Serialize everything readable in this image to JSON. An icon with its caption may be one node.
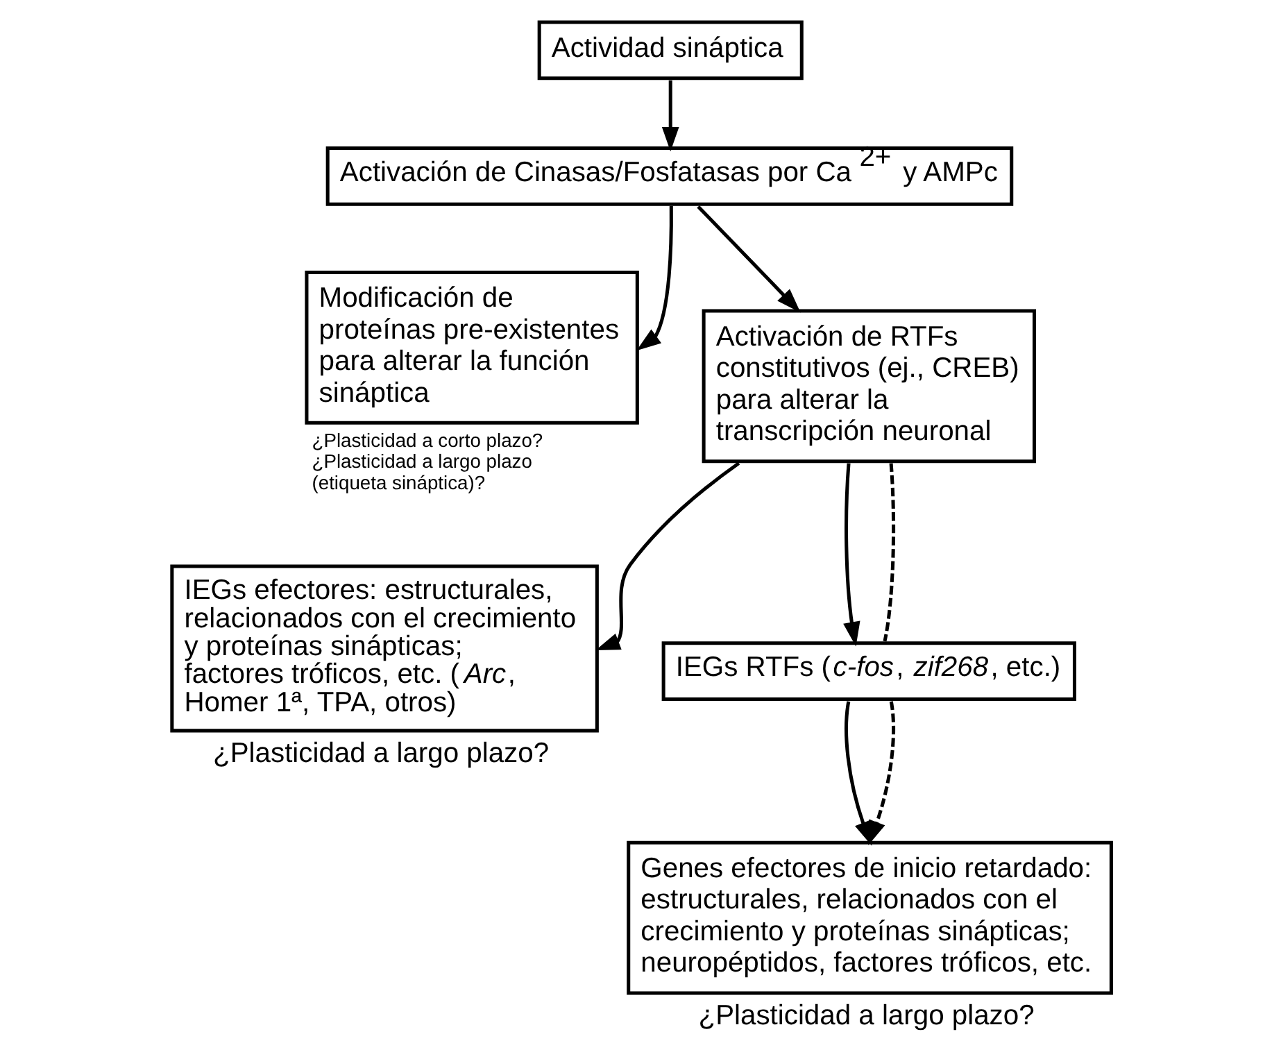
{
  "diagram": {
    "nodes": [
      {
        "text": [
          "Actividad sináptica"
        ]
      },
      {
        "text": [
          "Activación de Cinasas/Fosfatasas por Ca$^{2+}$ y AMPc"
        ]
      },
      {
        "text": [
          "Modificación de proteínas pre-existentes para alterar la función sináptica"
        ],
        "beside": [
          "¿Plasticidad a corto plazo? ¿Plasticidad a largo plazo (etiqueta sináptica)?"
        ]
      },
      {
        "text": [
          "Activación de RTFs constitutivos (ej., CREB) para alterar la transcripción neuronal"
        ]
      },
      {
        "text": [
          "IEGs RTFs (*c-fos*, *zif268*, etc.)"
        ]
      },
      {
        "text": [
          "IEGs efectores: estructurales, relacionados con el crecimiento y proteínas sinápticas;  factores tróficos, etc. (*Arc*, Homer 1ª, TPA, otros)"
        ],
        "beside": [
          "¿Plasticidad a largo plazo?"
        ]
      },
      {
        "text": [
          "Genes efectores de inicio retardado: estructurales, relacionados con el crecimiento y proteínas sinápticas; neuropéptidos, factores tróficos, etc."
        ],
        "beside": [
          "¿Plasticidad a largo plazo?"
        ]
      }
    ],
    "edges": [
      {
        "from": 0,
        "to": 1,
        "arrow": "to"
      },
      {
        "from": 1,
        "to": 2,
        "arrow": "to"
      },
      {
        "from": 1,
        "to": 3,
        "arrow": "to"
      },
      {
        "from": 3,
        "to": 5,
        "arrow": "to"
      },
      {
        "from": 3,
        "to": 4,
        "arrow": "to"
      },
      {
        "from": 3,
        "to": 4,
        "arrow": "none",
        "style": "dashed"
      },
      {
        "from": 4,
        "to": 6,
        "arrow": "to"
      },
      {
        "from": 4,
        "to": 6,
        "arrow": "to",
        "style": "dashed"
      }
    ]
  }
}
